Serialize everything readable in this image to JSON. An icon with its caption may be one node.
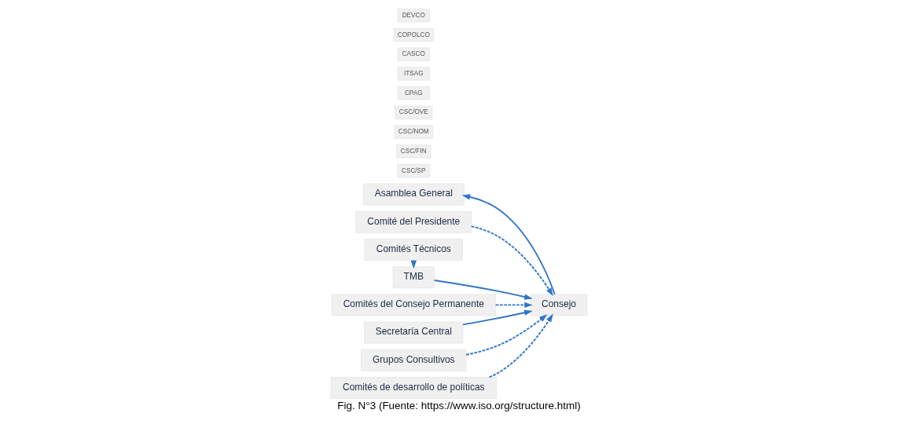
{
  "diagram": {
    "caption": "Fig. N°3 (Fuente: https://www.iso.org/structure.html)",
    "nodes": [
      {
        "text": [
          "Asamblea General"
        ]
      },
      {
        "text": [
          "Comité del Presidente"
        ]
      },
      {
        "text": [
          "Consejo"
        ]
      },
      {
        "text": [
          "TMB"
        ]
      },
      {
        "text": [
          "Comités del Consejo Permanente"
        ]
      },
      {
        "text": [
          "CSC/SP"
        ]
      },
      {
        "text": [
          "CSC/FIN"
        ]
      },
      {
        "text": [
          "CSC/NOM"
        ]
      },
      {
        "text": [
          "CSC/OVE"
        ]
      },
      {
        "text": [
          "Secretaría Central"
        ]
      },
      {
        "text": [
          "Comités Técnicos"
        ]
      },
      {
        "text": [
          "Grupos Consultivos"
        ]
      },
      {
        "text": [
          "CPAG"
        ]
      },
      {
        "text": [
          "ITSAG"
        ]
      },
      {
        "text": [
          "Comités de desarrollo de políticas"
        ]
      },
      {
        "text": [
          "CASCO"
        ]
      },
      {
        "text": [
          "COPOLCO"
        ]
      },
      {
        "text": [
          "DEVCO"
        ]
      }
    ],
    "edges": [
      {
        "from": 1,
        "to": 2,
        "arrow": "to",
        "style": "dashed"
      },
      {
        "from": 4,
        "to": 2,
        "arrow": "to",
        "style": "dashed"
      },
      {
        "from": 11,
        "to": 2,
        "arrow": "to",
        "style": "dashed"
      },
      {
        "from": 14,
        "to": 2,
        "arrow": "to",
        "style": "dashed"
      },
      {
        "from": 2,
        "to": 0,
        "arrow": "to"
      },
      {
        "from": 9,
        "to": 2,
        "arrow": "to"
      },
      {
        "from": 3,
        "to": 2,
        "arrow": "to"
      },
      {
        "from": 10,
        "to": 3,
        "arrow": "to"
      }
    ]
  }
}
